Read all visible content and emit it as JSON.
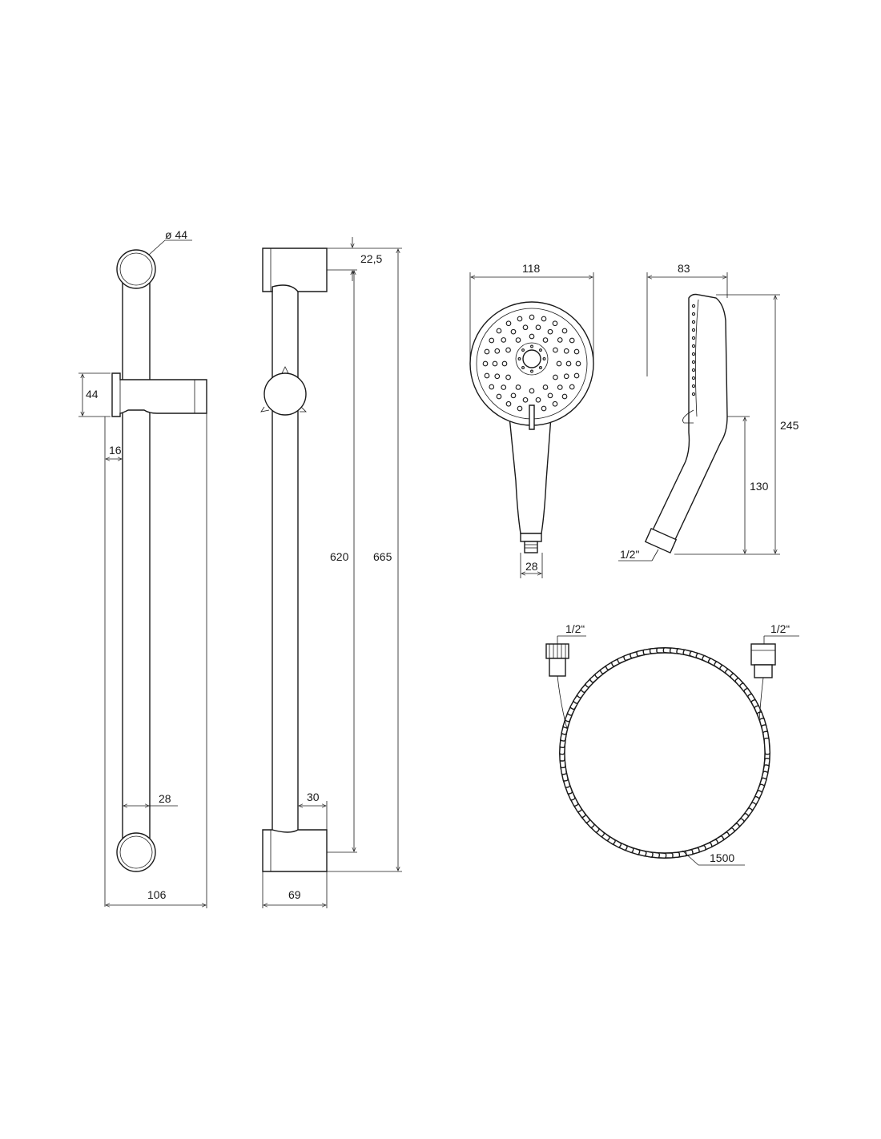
{
  "dimensions": {
    "rail_front": {
      "end_diameter": "ø 44",
      "slider_height": "44",
      "slider_offset": "16",
      "tube_diameter": "28",
      "overall_width": "106"
    },
    "rail_side": {
      "top_offset": "22,5",
      "hole_spacing": "620",
      "overall_length": "665",
      "wall_offset": "30",
      "depth": "69"
    },
    "handshower_front": {
      "head_diameter": "118",
      "handle_diameter": "28"
    },
    "handshower_side": {
      "head_depth": "83",
      "overall_length": "245",
      "handle_length": "130",
      "thread": "1/2\""
    },
    "hose": {
      "thread_left": "1/2“",
      "thread_right": "1/2“",
      "length": "1500"
    }
  }
}
